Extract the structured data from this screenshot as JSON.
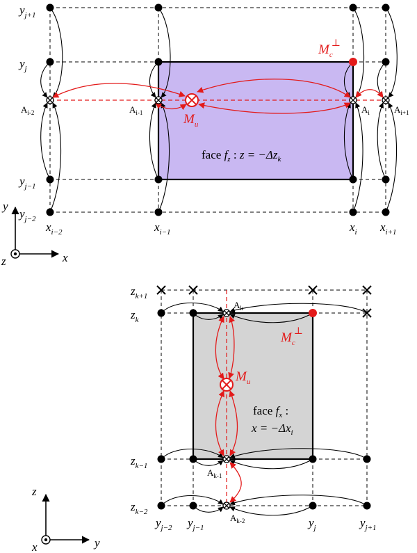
{
  "colors": {
    "face_top": "#c9b8f2",
    "face_bottom": "#d4d4d4",
    "red": "#e31a1a",
    "black": "#000000"
  },
  "top": {
    "y_labels": [
      {
        "base": "y",
        "sub": "j+1"
      },
      {
        "base": "y",
        "sub": "j"
      },
      {
        "base": "y",
        "sub": "j−1"
      },
      {
        "base": "y",
        "sub": "j−2"
      }
    ],
    "x_labels": [
      {
        "base": "x",
        "sub": "i−2"
      },
      {
        "base": "x",
        "sub": "i−1"
      },
      {
        "base": "x",
        "sub": "i"
      },
      {
        "base": "x",
        "sub": "i+1"
      }
    ],
    "a_labels": [
      "A",
      "A",
      "A",
      "A"
    ],
    "a_subs": [
      "i-2",
      "i-1",
      "i",
      "i+1"
    ],
    "mc": {
      "base": "M",
      "sub": "c",
      "sup": "⊥"
    },
    "mu": {
      "base": "M",
      "sub": "u"
    },
    "face_text": {
      "pre": "face ",
      "f": "f",
      "fsub": "z",
      "colon": " :  ",
      "eq": "z = −Δz",
      "eqsub": "k"
    },
    "axes": {
      "vertical": "y",
      "horizontal": "x",
      "out": "z"
    }
  },
  "bottom": {
    "z_labels": [
      {
        "base": "z",
        "sub": "k+1"
      },
      {
        "base": "z",
        "sub": "k"
      },
      {
        "base": "z",
        "sub": "k−1"
      },
      {
        "base": "z",
        "sub": "k−2"
      }
    ],
    "y_labels": [
      {
        "base": "y",
        "sub": "j−2"
      },
      {
        "base": "y",
        "sub": "j−1"
      },
      {
        "base": "y",
        "sub": "j"
      },
      {
        "base": "y",
        "sub": "j+1"
      }
    ],
    "a_labels": [
      "A",
      "A",
      "A"
    ],
    "a_subs": [
      "k",
      "k-1",
      "k-2"
    ],
    "mc": {
      "base": "M",
      "sub": "c",
      "sup": "⊥"
    },
    "mu": {
      "base": "M",
      "sub": "u"
    },
    "face_text": {
      "line1": "face ",
      "f": "f",
      "fsub": "x",
      "colon": " :",
      "eq": "x = −Δx",
      "eqsub": "i"
    },
    "axes": {
      "vertical": "z",
      "horizontal": "y",
      "out": "x"
    }
  }
}
